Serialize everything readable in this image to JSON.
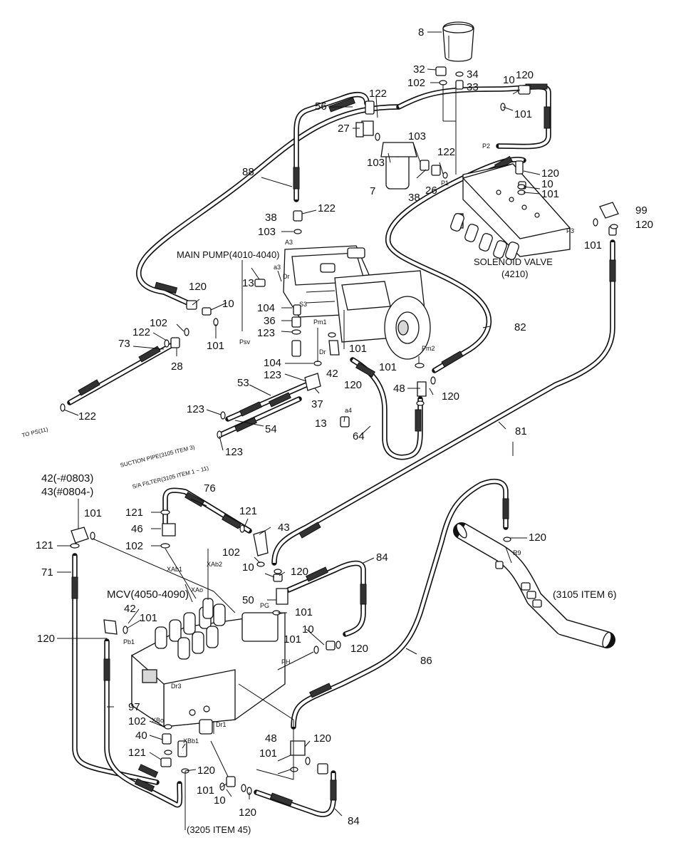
{
  "diagram": {
    "labels": {
      "n8": "8",
      "n32": "32",
      "n34": "34",
      "n102a": "102",
      "n33": "33",
      "n10a": "10",
      "n120a": "120",
      "n101a": "101",
      "n56": "56",
      "n122a": "122",
      "n27": "27",
      "n103a": "103",
      "n103b": "103",
      "n122b": "122",
      "n7": "7",
      "n38a": "38",
      "n26": "26",
      "p1": "P1",
      "p2": "P2",
      "p3": "P3",
      "n120b": "120",
      "n10b": "10",
      "n101b": "101",
      "n99": "99",
      "n120c": "120",
      "n101c": "101",
      "n88": "88",
      "n38b": "38",
      "n122c": "122",
      "n103c": "103",
      "a3": "A3",
      "main_pump": "MAIN PUMP(4010-4040)",
      "solenoid_valve": "SOLENOID VALVE",
      "solenoid_valve_code": "(4210)",
      "n13a": "13",
      "a3b": "a3",
      "dr": "Dr",
      "n120d": "120",
      "n10c": "10",
      "n102b": "102",
      "n101d": "101",
      "psv": "Psv",
      "n104a": "104",
      "s3": "S3",
      "n36": "36",
      "n123a": "123",
      "pm1": "Pm1",
      "n101e": "101",
      "n82": "82",
      "pm2": "Pm2",
      "n73": "73",
      "n122d": "122",
      "n28": "28",
      "n104b": "104",
      "dr2": "Dr",
      "n101f": "101",
      "n123b": "123",
      "n42a": "42",
      "n120e": "120",
      "n53": "53",
      "n37": "37",
      "n48a": "48",
      "n120f": "120",
      "n123c": "123",
      "n54": "54",
      "a4": "a4",
      "n13b": "13",
      "n64": "64",
      "n81": "81",
      "n122e": "122",
      "n123d": "123",
      "rot1": "TO PS(11)",
      "rot2": "SUCTION PIPE(3105 ITEM 3)",
      "rot3": "S/A FILTER(3105 ITEM 1 ~ 11)",
      "n42_43a": "42(-#0803)",
      "n42_43b": "43(#0804-)",
      "n76": "76",
      "n101g": "101",
      "n121a": "121",
      "n121b": "121",
      "n46": "46",
      "n43": "43",
      "n121c": "121",
      "n102c": "102",
      "n102d": "102",
      "n71": "71",
      "xab1": "XAb1",
      "xab2": "XAb2",
      "xa": "XAo",
      "n10d": "10",
      "n120g": "120",
      "n84a": "84",
      "n120h": "120",
      "r9": "R9",
      "mcv": "MCV(4050-4090)",
      "n42b": "42",
      "n50": "50",
      "pg": "PG",
      "n101h": "101",
      "n101i": "101",
      "n120i": "120",
      "n10e": "10",
      "n120j": "120",
      "pb1": "Pb1",
      "n101j": "101",
      "ph": "PH",
      "item6": "(3105 ITEM 6)",
      "n86": "86",
      "dr3": "Dr3",
      "n97": "97",
      "n102e": "102",
      "xbo": "XBo",
      "dr1": "Dr1",
      "n40": "40",
      "xbb1": "XBb1",
      "n48b": "48",
      "n120k": "120",
      "n121d": "121",
      "n101k": "101",
      "n120l": "120",
      "n101l": "101",
      "n10f": "10",
      "n120m": "120",
      "n84b": "84",
      "item45": "(3205 ITEM 45)"
    }
  }
}
